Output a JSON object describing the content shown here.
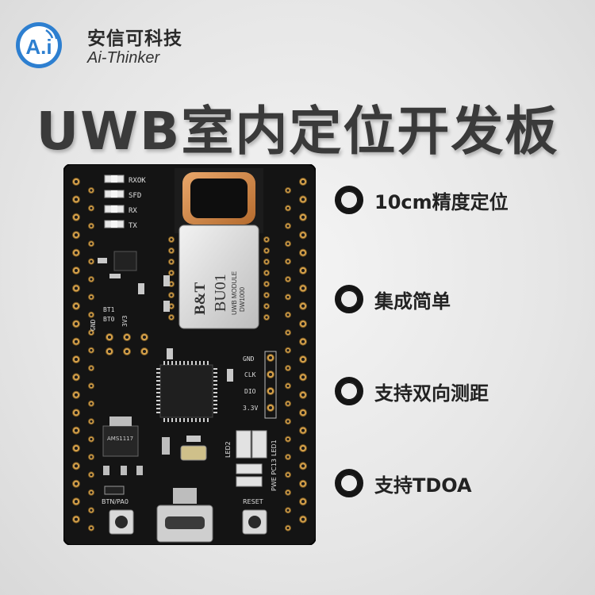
{
  "brand": {
    "name_cn": "安信可科技",
    "name_en": "Ai-Thinker",
    "logo_text": "A.i",
    "accent_color": "#2d7fd0"
  },
  "title": "UWB室内定位开发板",
  "features": [
    "10cm精度定位",
    "集成简单",
    "支持双向测距",
    "支持TDOA"
  ],
  "board": {
    "leds": [
      "RXOK",
      "SFD",
      "RX",
      "TX"
    ],
    "module_logo": "B&T",
    "module_name": "BU01",
    "module_sub": "UWB MODULE",
    "module_chip": "DW1000",
    "jumper_labels": [
      "GND",
      "BT1",
      "BT0",
      "3V3"
    ],
    "swd_labels": [
      "GND",
      "CLK",
      "DIO",
      "3.3V"
    ],
    "regulator": "AMS1117",
    "side_labels": [
      "LED2",
      "LED1"
    ],
    "pwe_label": "PWE PC13",
    "button_left": "BTN/PA0",
    "button_right": "RESET"
  }
}
